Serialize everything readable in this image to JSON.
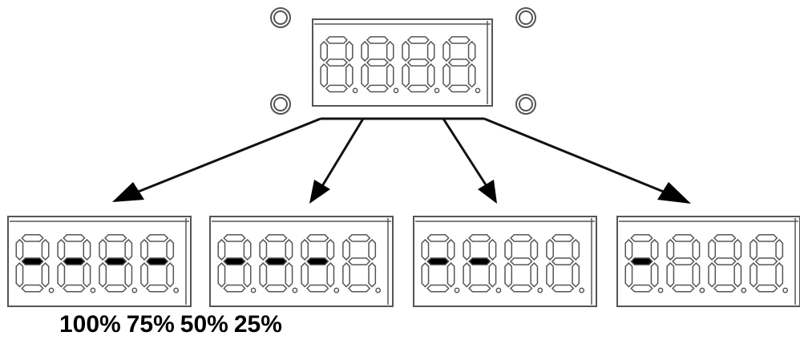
{
  "colors": {
    "stroke": "#555555",
    "line": "#111111",
    "fill_lit": "#000000",
    "background": "#ffffff"
  },
  "top_display": {
    "digits": 4,
    "lit": [
      [],
      [],
      [],
      []
    ]
  },
  "bottom_displays": [
    {
      "lit": [
        [
          "g"
        ],
        [
          "g"
        ],
        [
          "g"
        ],
        [
          "g"
        ]
      ]
    },
    {
      "lit": [
        [
          "g"
        ],
        [
          "g"
        ],
        [
          "g"
        ],
        []
      ]
    },
    {
      "lit": [
        [
          "g"
        ],
        [
          "g"
        ],
        [],
        []
      ]
    },
    {
      "lit": [
        [
          "g"
        ],
        [],
        [],
        []
      ]
    }
  ],
  "captions": [
    "100%",
    "75%",
    "50%",
    "25%"
  ]
}
